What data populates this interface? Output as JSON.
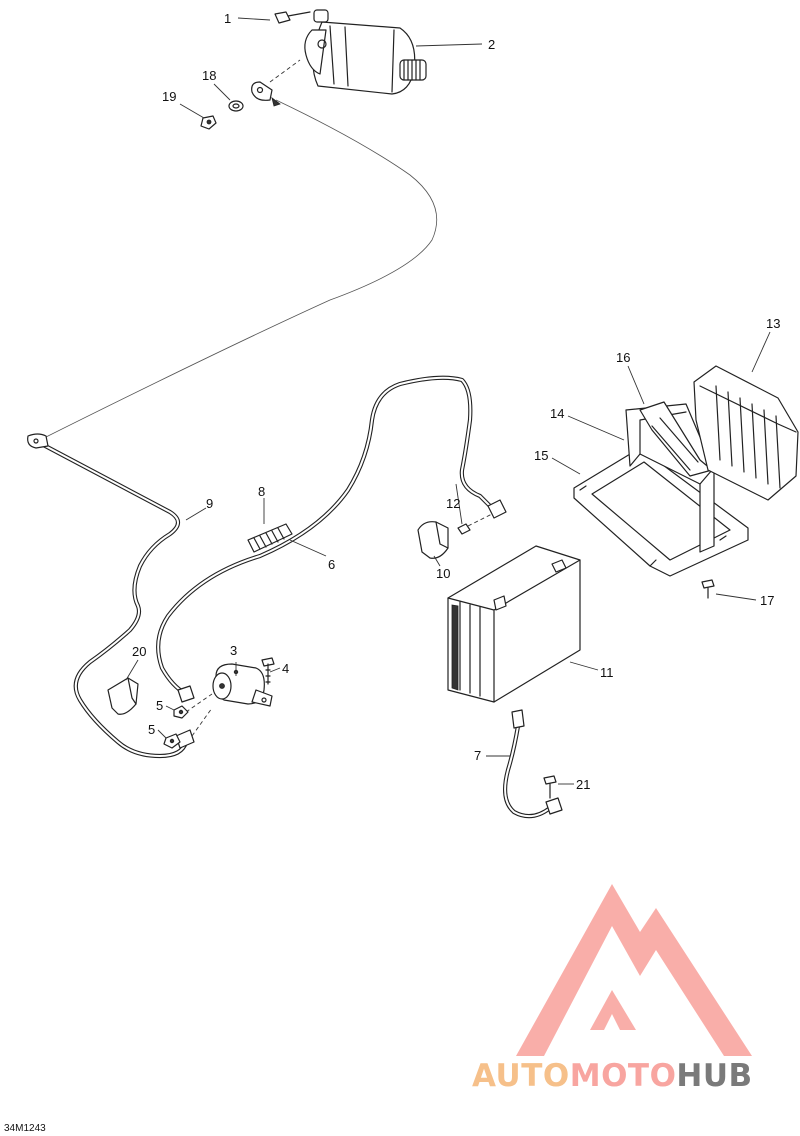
{
  "diagram": {
    "drawing_code": "34M1243",
    "callouts": [
      {
        "id": "c1",
        "label": "1"
      },
      {
        "id": "c2",
        "label": "2"
      },
      {
        "id": "c3",
        "label": "3"
      },
      {
        "id": "c4",
        "label": "4"
      },
      {
        "id": "c5a",
        "label": "5"
      },
      {
        "id": "c5b",
        "label": "5"
      },
      {
        "id": "c6",
        "label": "6"
      },
      {
        "id": "c7",
        "label": "7"
      },
      {
        "id": "c8",
        "label": "8"
      },
      {
        "id": "c9",
        "label": "9"
      },
      {
        "id": "c10",
        "label": "10"
      },
      {
        "id": "c11",
        "label": "11"
      },
      {
        "id": "c12",
        "label": "12"
      },
      {
        "id": "c13",
        "label": "13"
      },
      {
        "id": "c14",
        "label": "14"
      },
      {
        "id": "c15",
        "label": "15"
      },
      {
        "id": "c16",
        "label": "16"
      },
      {
        "id": "c17",
        "label": "17"
      },
      {
        "id": "c18",
        "label": "18"
      },
      {
        "id": "c19",
        "label": "19"
      },
      {
        "id": "c20",
        "label": "20"
      },
      {
        "id": "c21",
        "label": "21"
      }
    ]
  },
  "watermark": {
    "part1": "AUTO",
    "part2": "MOTO",
    "part3": "HUB",
    "colors": {
      "primary": "#f8a5a0",
      "accent": "#f6c08a",
      "dark": "#7a7a7a"
    }
  }
}
